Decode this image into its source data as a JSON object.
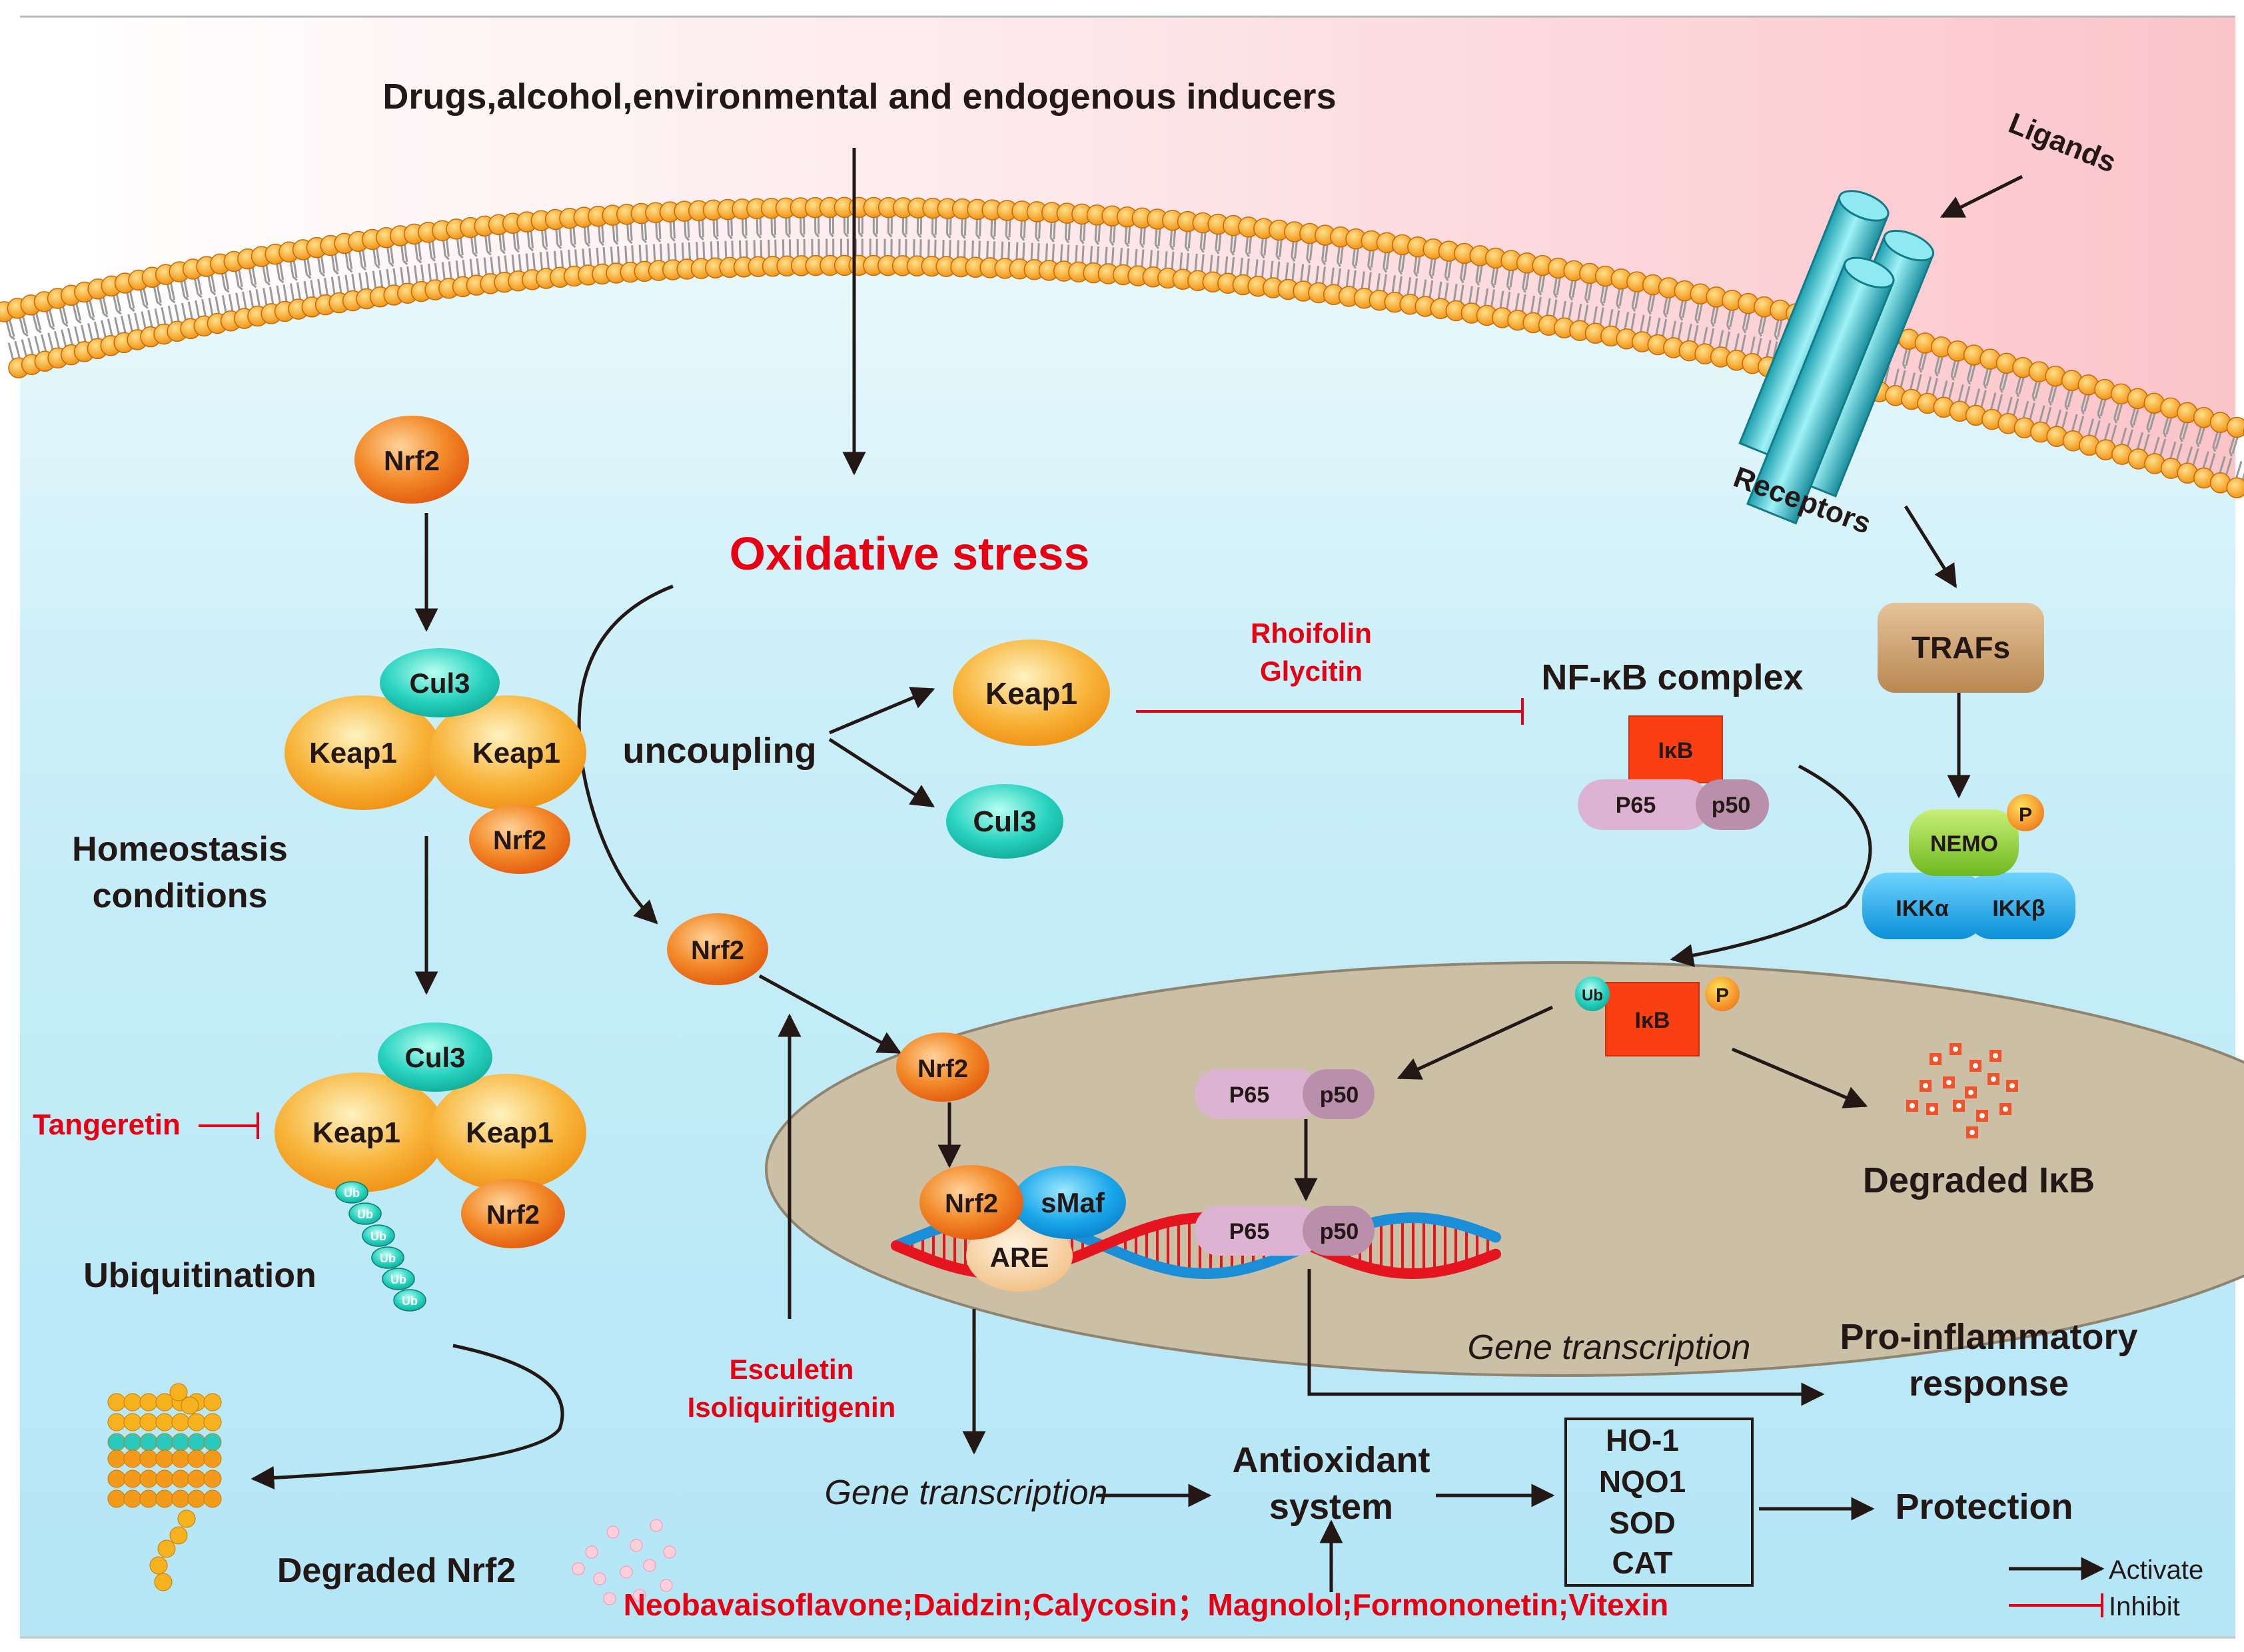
{
  "header": {
    "inducers": "Drugs,alcohol,environmental and endogenous inducers"
  },
  "membrane": {
    "ligands": "Ligands",
    "receptors": "Receptors"
  },
  "oxidative_stress": "Oxidative stress",
  "homeostasis": {
    "line1": "Homeostasis",
    "line2": "conditions"
  },
  "ubiquitination": "Ubiquitination",
  "degraded_nrf2": "Degraded Nrf2",
  "uncoupling": "uncoupling",
  "proteins": {
    "nrf2": "Nrf2",
    "cul3": "Cul3",
    "keap1": "Keap1",
    "smaf": "sMaf",
    "are": "ARE",
    "p65": "P65",
    "p50": "p50",
    "ikb": "IκB",
    "traf": "TRAFs",
    "nemo": "NEMO",
    "ikka": "IKKα",
    "ikkb": "IKKβ",
    "p": "P",
    "ub": "Ub"
  },
  "nfkb_complex": "NF-κB complex",
  "inhibitors": {
    "rhoifolin": "Rhoifolin",
    "glycitin": "Glycitin",
    "tangeretin": "Tangeretin",
    "esculetin": "Esculetin",
    "isoliquiritigenin": "Isoliquiritigenin",
    "bottom": "Neobavaisoflavone;Daidzin;Calycosin；Magnolol;Formononetin;Vitexin"
  },
  "degraded_ikb": "Degraded IκB",
  "gene_transcription": "Gene  transcription",
  "pro_inflammatory": {
    "line1": "Pro-inflammatory",
    "line2": "response"
  },
  "antioxidant": {
    "line1": "Antioxidant",
    "line2": "system"
  },
  "enzymes": [
    "HO-1",
    "NQO1",
    "SOD",
    "CAT"
  ],
  "protection": "Protection",
  "legend": {
    "activate": "Activate",
    "inhibit": "Inhibit"
  },
  "colors": {
    "inhibitor_red": "#e60012",
    "nrf2_orange": "#f07a1c",
    "keap1_orange": "#f5a623",
    "cul3_teal": "#1fc9b6",
    "nucleus": "#cbbfa6",
    "ikb_red": "#fa3f12",
    "p65_pink": "#ddb3d4",
    "p50_mauve": "#b98fab"
  }
}
